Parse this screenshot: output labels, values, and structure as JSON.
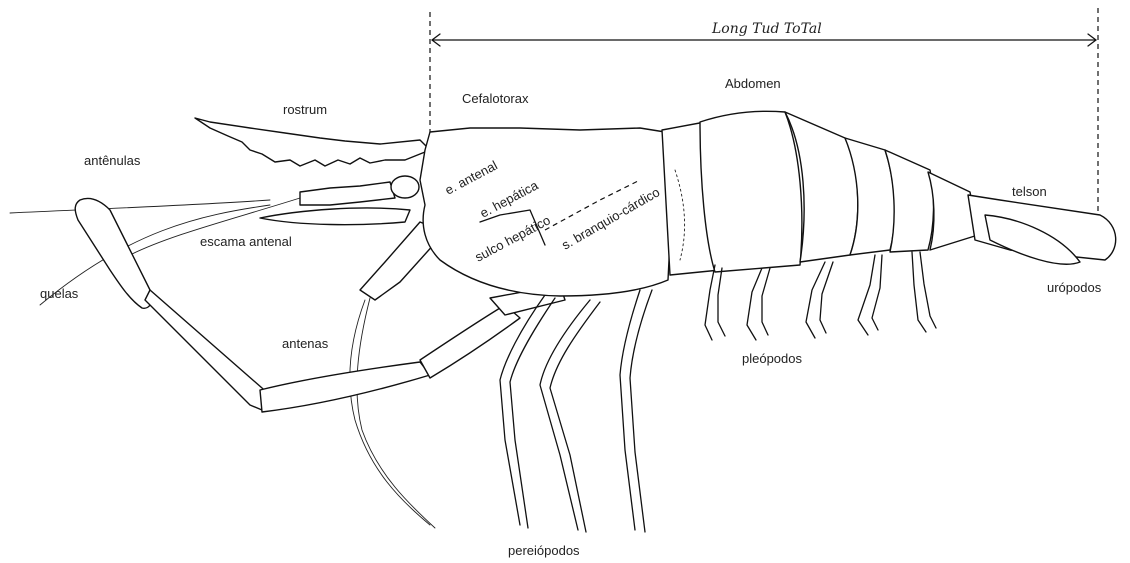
{
  "labels": {
    "total_length": "Long Tud ToTal",
    "cephalothorax": "Cefalotorax",
    "abdomen": "Abdomen",
    "rostrum": "rostrum",
    "antennules": "antênulas",
    "antennal_spine": "e. antenal",
    "hepatic_spine": "e. hepática",
    "antennal_scale": "escama antenal",
    "hepatic_groove": "sulco hepático",
    "branchiocardiac_groove": "s. branquio-cárdico",
    "chelae": "quelas",
    "antennae": "antenas",
    "telson": "telson",
    "uropods": "urópodos",
    "pleopods": "pleópodos",
    "pereiopods": "pereiópodos"
  },
  "colors": {
    "ink": "#111111",
    "paper": "#ffffff"
  }
}
